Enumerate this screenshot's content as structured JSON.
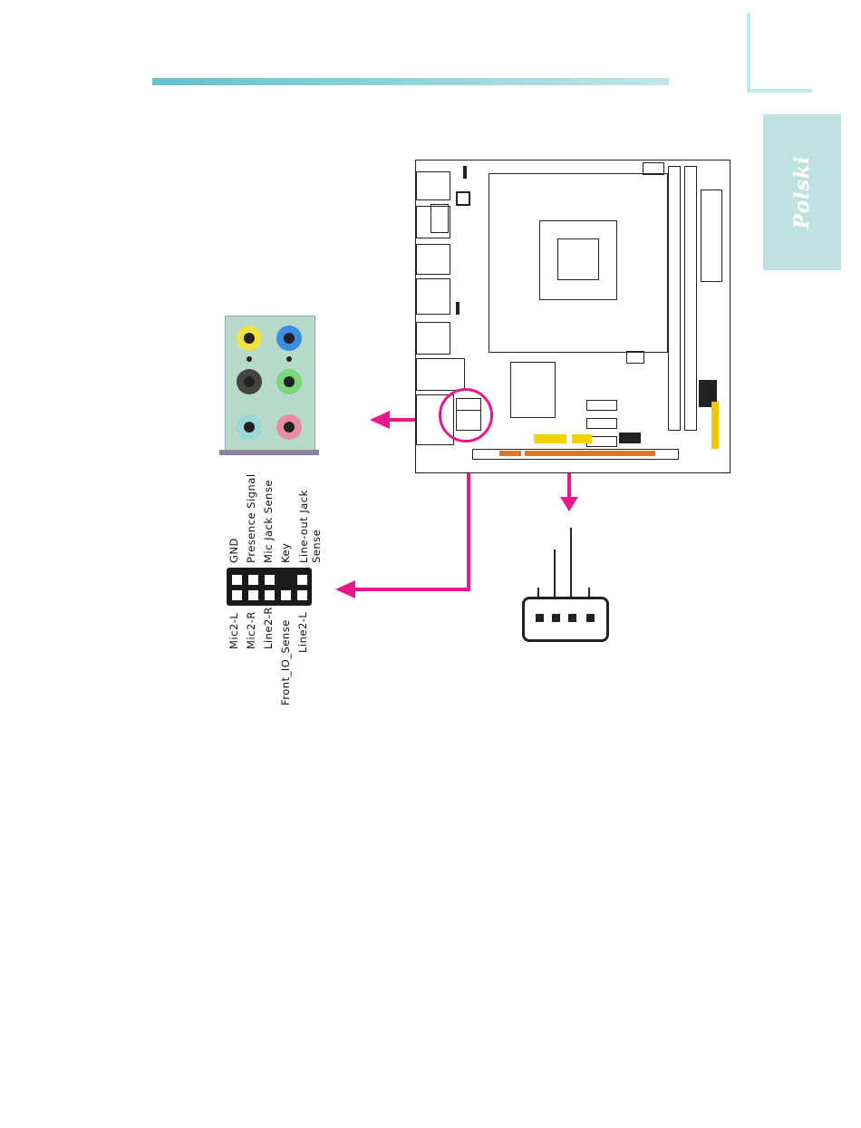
{
  "side_tab": {
    "label": "Polski"
  },
  "colors": {
    "accent": "#e6198b",
    "header_bar": "#8fd4da",
    "side_tab": "#bfe1e1",
    "panel": "#b7d9ca",
    "jack_yellow": "#f0e040",
    "jack_blue": "#3a8ee0",
    "jack_black": "#333333",
    "jack_green": "#7cd47c",
    "jack_teal": "#9ad8d8",
    "jack_pink": "#e88aa8"
  },
  "audio_panel": {
    "jacks": [
      "yellow-jack",
      "blue-jack",
      "black-jack",
      "green-jack",
      "teal-jack",
      "pink-jack"
    ]
  },
  "header_pins": {
    "top_row": [
      "GND",
      "Presence Signal",
      "Mic Jack Sense",
      "Key",
      "Line-out Jack Sense"
    ],
    "bottom_row": [
      "Mic2-L",
      "Mic2-R",
      "Line2-R",
      "Front_IO_Sense",
      "Line2-L"
    ]
  },
  "board": {
    "fan_connector_pins": 4
  }
}
